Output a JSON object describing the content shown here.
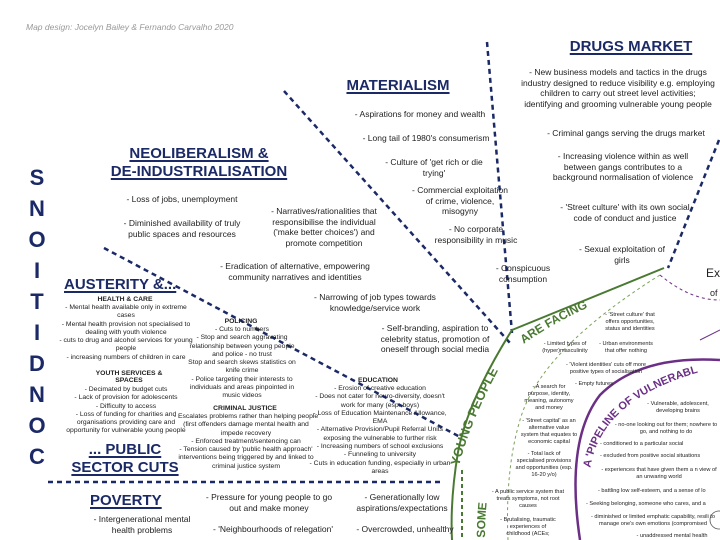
{
  "credit": {
    "label": "Map design:",
    "authors": "Jocelyn Bailey & Fernando Carvalho",
    "year": "2020"
  },
  "side_title": [
    "S",
    "N",
    "O",
    "I",
    "T",
    "I",
    "D",
    "N",
    "O",
    "C"
  ],
  "colors": {
    "navy": "#1b2a66",
    "green": "#4a7a32",
    "purple": "#6b2f86"
  },
  "drugs_market": {
    "title": "DRUGS MARKET",
    "items": [
      "- New business models and tactics in the drugs industry designed to reduce visibility e.g. employing children to carry out street level activities; identifying and grooming vulnerable young people",
      "- Criminal gangs serving the drugs market",
      "- Increasing violence within as well between gangs contributes to a background normalisation of violence",
      "- 'Street culture' with its own social code of conduct and justice",
      "- Sexual exploitation of girls"
    ]
  },
  "materialism": {
    "title": "MATERIALISM",
    "items": [
      "- Aspirations for money and wealth",
      "- Long tail of 1980's consumerism",
      "- Culture of 'get rich or die trying'",
      "- Commercial exploitation of crime, violence, misogyny",
      "- No corporate responsibility in music",
      "- Conspicuous consumption"
    ]
  },
  "neoliberalism": {
    "title_1": "NEOLIBERALISM &",
    "title_2": "DE-INDUSTRIALISATION",
    "items": [
      "- Loss of jobs, unemployment",
      "- Diminished availability of truly public spaces and resources",
      "- Narratives/rationalities that responsibilise the individual ('make better choices') and promote competition",
      "- Eradication of alternative, empowering community narratives and identities",
      "- Narrowing of job types towards knowledge/service work",
      "- Self-branding, aspiration to celebrity status, promotion of oneself through social media"
    ]
  },
  "austerity": {
    "title": "AUSTERITY &...",
    "title_2": "... PUBLIC",
    "title_3": "SECTOR CUTS",
    "health_head": "HEALTH & CARE",
    "health": "- Mental health available only in extreme cases\n- Mental health provision not specialised to dealing with youth violence\n- cuts to drug and alcohol services for young people\n- increasing numbers of children in care",
    "youth_head": "YOUTH SERVICES & SPACES",
    "youth": "- Decimated by budget cuts\n- Lack of provision for adolescents\n- Difficulty to access\n- Loss of funding for charities and organisations providing care and opportunity for vulnerable young people",
    "policing_head": "POLICING",
    "policing": "- Cuts to numbers\n- Stop and search aggravating relationship between young people and police - no trust\nStop and search skews statistics on knife crime\n- Police targeting their interests to individuals and areas pinpointed in music videos",
    "justice_head": "CRIMINAL JUSTICE",
    "justice": "- Escalates problems rather than helping people (first offenders damage mental health and impede recovery\n- Enforced treatment/sentencing can\n- Tension caused by 'public health approach' interventions being triggered by and linked to criminal justice system",
    "education_head": "EDUCATION",
    "education": "- Erosion of creative education\n- Does not cater for neuro-diversity, doesn't work for many (esp. boys)\n- Loss of Education Maintenance Allowance, EMA\n- Alternative Provision/Pupil Referral Units exposing the vulnerable to further risk\n- Increasing numbers of school exclusions\n- Funneling to university\n- Cuts in education funding, especially in urban areas"
  },
  "poverty": {
    "title": "POVERTY",
    "items": [
      "- Intergenerational mental health problems",
      "- Pressure for young people to go out and make money",
      "- 'Neighbourhoods of relegation'",
      "- Generationally low aspirations/expectations",
      "- Overcrowded, unhealthy"
    ]
  },
  "young_people": {
    "arc_label": "YOUNG PEOPLE",
    "facing_label": "ARE FACING",
    "some_label": "SOME",
    "items": [
      "- 'Street culture' that offers opportunities, status and identities",
      "- Limited types of (hyper)masculinity",
      "- Urban environments that offer nothing",
      "- 'Violent identities' cuts off more positive types of socialisation",
      "- Empty futures",
      "- A search for purpose, identity, meaning, autonomy and money",
      "- 'Street capital' as an alternative value system that equates to economic capital",
      "- Total lack of specialised provisions and opportunities (esp. 16-20 y/o)",
      "- A public service system that treats symptoms, not root causes",
      "- Brutalising, traumatic experiences of childhood (ACEs;"
    ]
  },
  "pipeline": {
    "arc_label": "A 'PIPELINE OF VULNERABLE YO",
    "items": [
      "- Vulnerable, adolescent, developing brains",
      "- no-one looking out for them; nowhere to go, and nothing to do",
      "- conditioned to a particular social",
      "- excluded from positive social situations",
      "- experiences that have given them a n view of an unwaring world",
      "- battling low self-esteem, and a sense of lo",
      "- Seeking belonging, someone who cares, and a",
      "- diminished or limited emphatic capability, resili to manage one's own emotions (compromised",
      "- unaddressed mental health"
    ]
  },
  "edge": {
    "ex": "Ex",
    "of": "of"
  }
}
